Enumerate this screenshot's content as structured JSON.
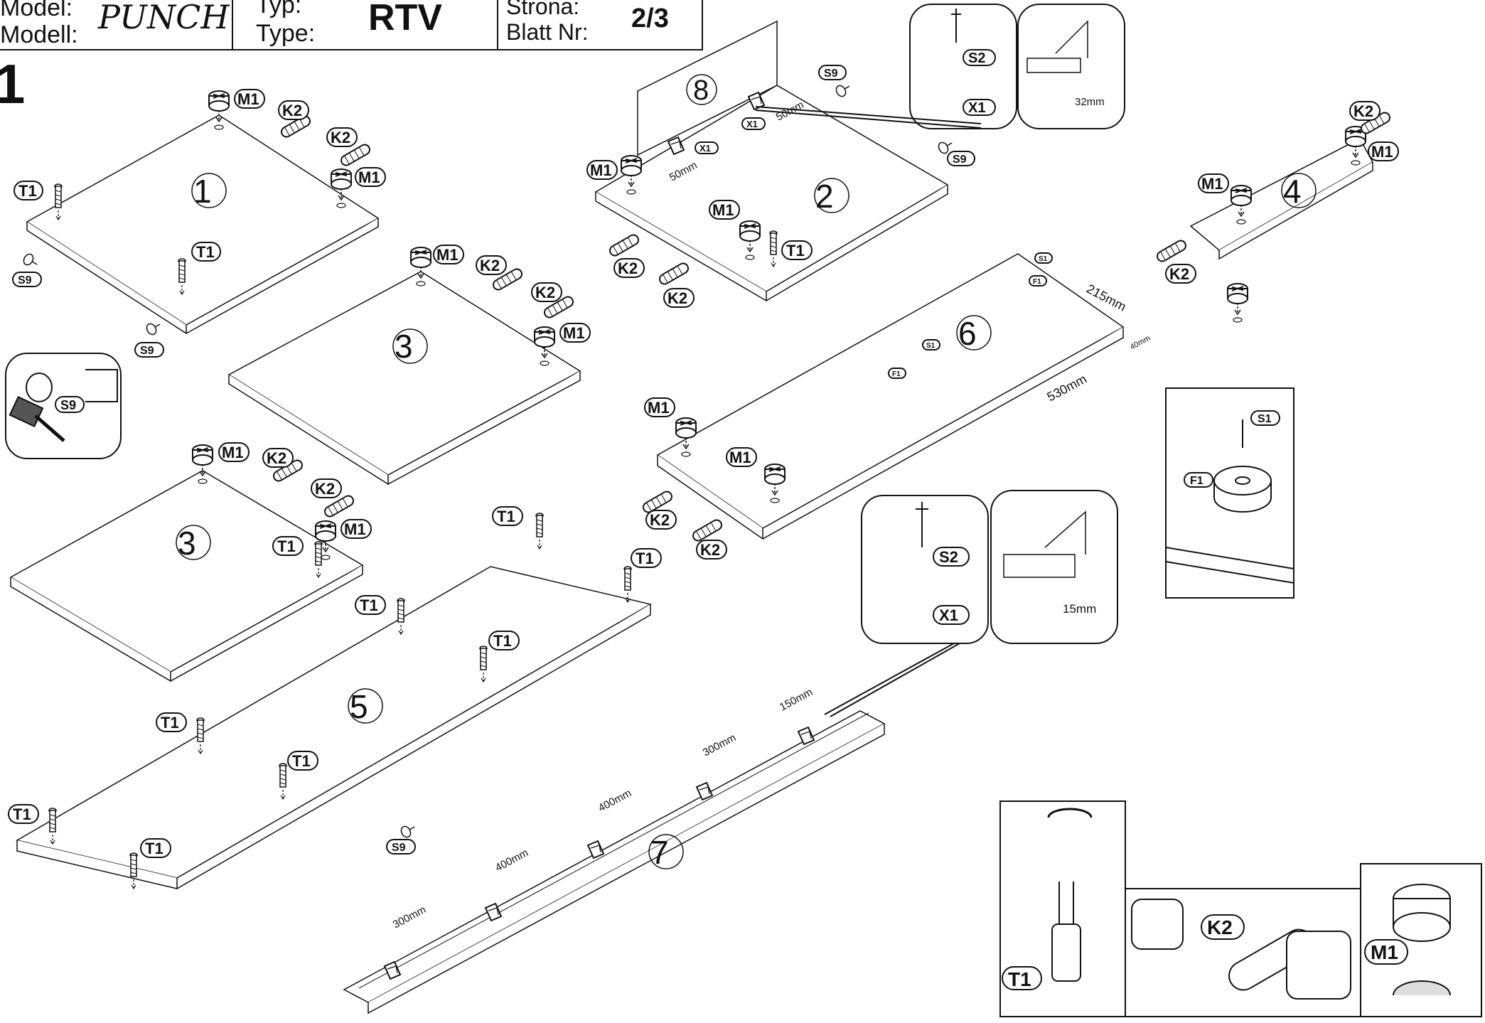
{
  "header": {
    "model_label_1": "Model:",
    "model_label_2": "Modell:",
    "model_value": "PUNCH",
    "type_label_1": "Typ:",
    "type_label_2": "Type:",
    "type_value": "RTV",
    "page_label_1": "Strona:",
    "page_label_2": "Blatt Nr:",
    "page_value": "2/3"
  },
  "step_number": "1",
  "panels": {
    "p1": "1",
    "p2": "2",
    "p3a": "3",
    "p3b": "3",
    "p4": "4",
    "p5": "5",
    "p6": "6",
    "p7": "7",
    "p8": "8"
  },
  "parts": {
    "M1": "M1",
    "K2": "K2",
    "T1": "T1",
    "S9": "S9",
    "S2": "S2",
    "X1": "X1",
    "S1": "S1",
    "F1": "F1"
  },
  "dimensions": {
    "d50a": "50mm",
    "d50b": "50mm",
    "d32": "32mm",
    "d215": "215mm",
    "d40": "40mm",
    "d530": "530mm",
    "d15": "15mm",
    "d150": "150mm",
    "d300a": "300mm",
    "d400a": "400mm",
    "d400b": "400mm",
    "d300b": "300mm"
  }
}
